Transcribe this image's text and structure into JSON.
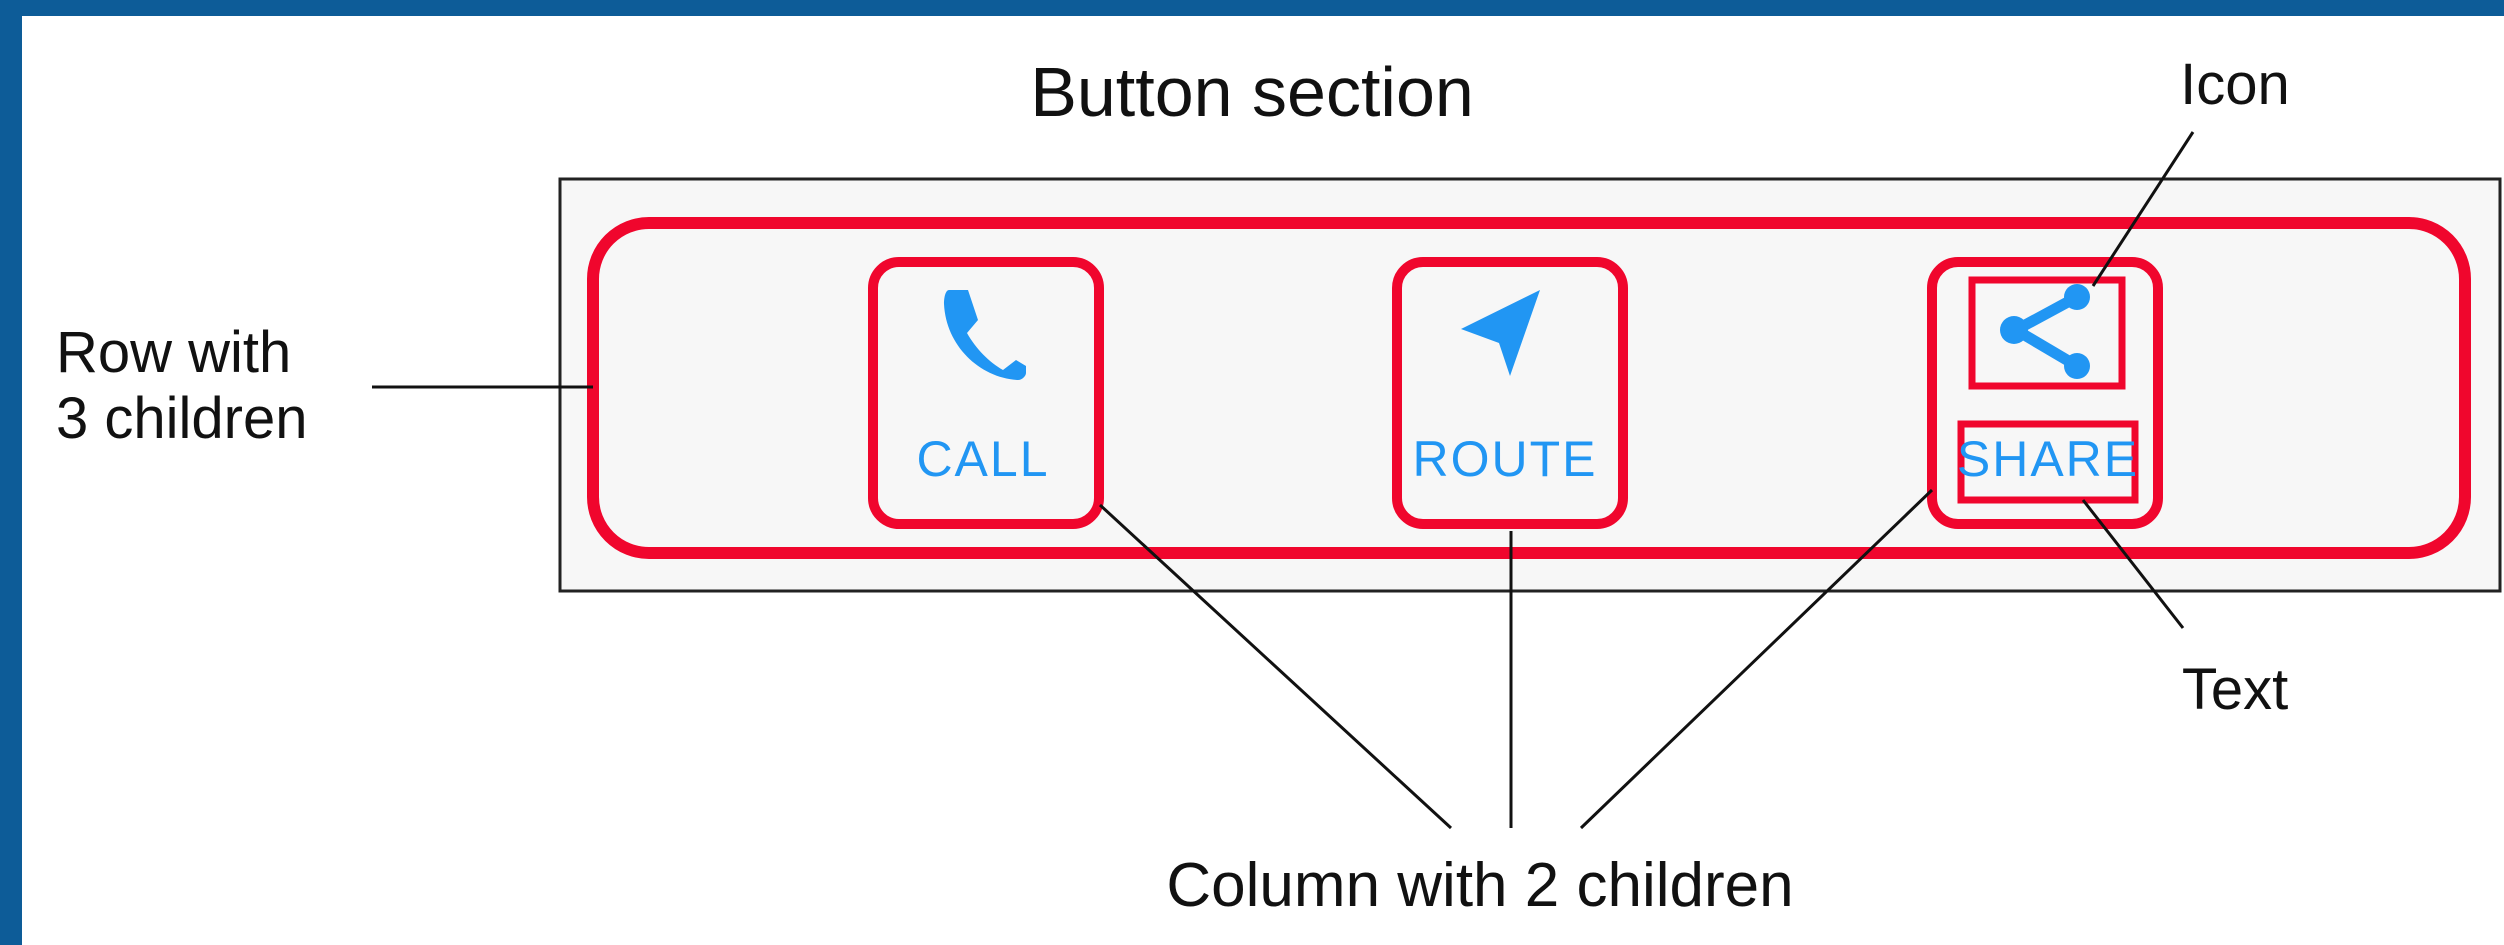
{
  "title": "Button section",
  "callouts": {
    "icon": "Icon",
    "text": "Text",
    "row_line1": "Row with",
    "row_line2": "3 children",
    "column": "Column with 2 children"
  },
  "buttons": [
    {
      "label": "CALL",
      "icon": "phone-icon"
    },
    {
      "label": "ROUTE",
      "icon": "navigation-arrow-icon"
    },
    {
      "label": "SHARE",
      "icon": "share-icon"
    }
  ],
  "colors": {
    "background": "#0d5c98",
    "highlight": "#f0062d",
    "accent": "#2196f3",
    "panel": "#f7f7f7"
  }
}
